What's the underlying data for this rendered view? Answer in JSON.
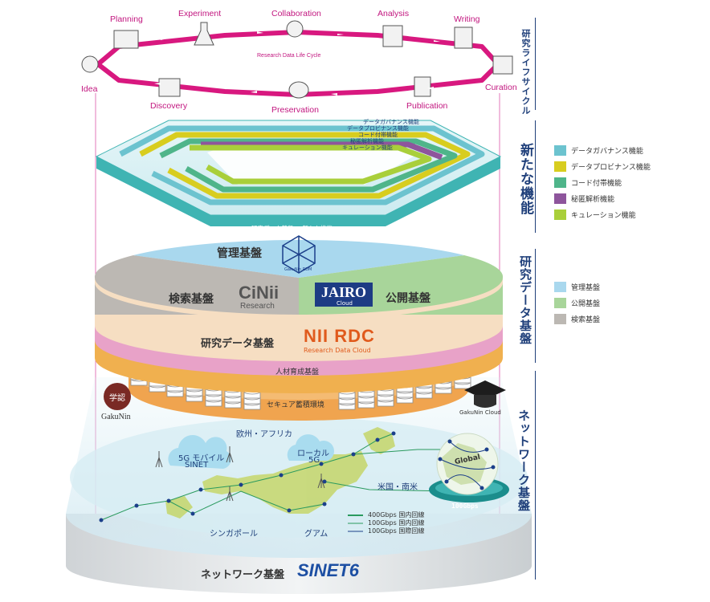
{
  "lifecycle": {
    "center_label": "Research Data Life Cycle",
    "stages": [
      "Planning",
      "Experiment",
      "Collaboration",
      "Analysis",
      "Writing",
      "Idea",
      "Curation",
      "Discovery",
      "Preservation",
      "Publication"
    ]
  },
  "side_titles": {
    "lifecycle": "研究ライフサイクル",
    "new_functions": "新たな機能",
    "research_data": "研究データ基盤",
    "network": "ネットワーク基盤"
  },
  "legend_new_functions": [
    {
      "label": "データガバナンス機能",
      "color": "#6cc3cf"
    },
    {
      "label": "データプロビナンス機能",
      "color": "#d8cd1f"
    },
    {
      "label": "コード付帯機能",
      "color": "#4fb58a"
    },
    {
      "label": "秘匿解析機能",
      "color": "#8e559c"
    },
    {
      "label": "キュレーション機能",
      "color": "#a9cf3a"
    }
  ],
  "legend_research_data": [
    {
      "label": "管理基盤",
      "color": "#a9d8ee"
    },
    {
      "label": "公開基盤",
      "color": "#a8d59a"
    },
    {
      "label": "検索基盤",
      "color": "#bcb8b3"
    }
  ],
  "platform": {
    "arrow_labels": [
      "データガバナンス機能",
      "データプロビナンス機能",
      "コード付帯機能",
      "秘匿解析機能",
      "キュレーション機能"
    ],
    "caption": "研究データ基盤 + 新たな機能",
    "management": "管理基盤",
    "rdm_logo": "GakuNin RDM",
    "search": "検索基盤",
    "cinii_logo": "CiNii",
    "cinii_sub": "Research",
    "jairo_logo": "JAIRO",
    "jairo_sub": "Cloud",
    "publication": "公開基盤",
    "research_data": "研究データ基盤",
    "nii_rdc": "NII RDC",
    "nii_rdc_sub": "Research Data Cloud",
    "human": "人材育成基盤",
    "secure": "セキュア蓄積環境",
    "gakunin_logo": "GakuNin",
    "gakunin_seal": "学認",
    "gakunin_cloud": "GakuNin Cloud"
  },
  "network": {
    "mobile": "5G モバイル",
    "mobile2": "SINET",
    "local": "ローカル",
    "local2": "5G",
    "europe": "欧州・アフリカ",
    "us": "米国・南米",
    "singapore": "シンガポール",
    "guam": "グアム",
    "global": "Global",
    "bandwidth": "100Gbps",
    "legend": [
      "400Gbps 国内回線",
      "100Gbps 国内回線",
      "100Gbps 国際回線"
    ],
    "base": "ネットワーク基盤",
    "sinet": "SINET6"
  }
}
